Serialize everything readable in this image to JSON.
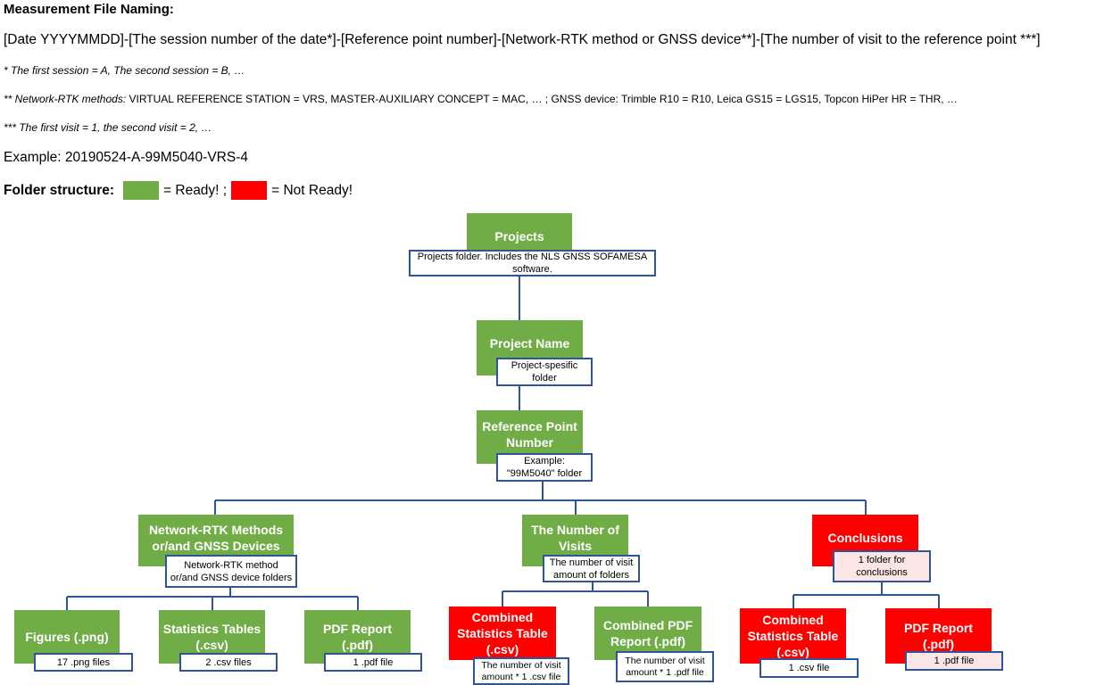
{
  "header": {
    "title": "Measurement File Naming:",
    "pattern": "[Date YYYYMMDD]-[The session number of the date*]-[Reference point number]-[Network-RTK method or GNSS device**]-[The number of visit to the reference point ***]",
    "note1": "* The first session = A, The second session = B, …",
    "note2_prefix": "** Network-RTK methods:",
    "note2_rest": " VIRTUAL REFERENCE STATION = VRS, MASTER-AUXILIARY CONCEPT = MAC, … ; GNSS device: Trimble R10 = R10, Leica GS15 = LGS15, Topcon HiPer HR = THR, …",
    "note3": "*** The first visit = 1, the second visit = 2, …",
    "example": "Example: 20190524-A-99M5040-VRS-4"
  },
  "legend": {
    "label": "Folder structure:",
    "ready_text": "= Ready! ;",
    "not_ready_text": "= Not Ready!",
    "ready_color": "#70ad47",
    "not_ready_color": "#ff0000"
  },
  "colors": {
    "connector": "#2f5597"
  },
  "tree": {
    "projects": {
      "label": "Projects",
      "caption": "Projects folder. Includes the NLS GNSS SOFAMESA software."
    },
    "project_name": {
      "label": "Project Name",
      "caption": "Project-spesific folder"
    },
    "reference_point": {
      "label": "Reference Point Number",
      "caption": "Example: \"99M5040\" folder"
    },
    "network_rtk": {
      "label": "Network-RTK Methods or/and GNSS Devices",
      "caption": "Network-RTK method or/and GNSS device folders"
    },
    "visits": {
      "label": "The Number of Visits",
      "caption": "The number of visit amount of folders"
    },
    "conclusions": {
      "label": "Conclusions",
      "caption": "1 folder for conclusions"
    },
    "figures": {
      "label": "Figures (.png)",
      "caption": "17 .png files"
    },
    "stats_tables": {
      "label": "Statistics Tables (.csv)",
      "caption": "2 .csv files"
    },
    "pdf_report": {
      "label": "PDF Report (.pdf)",
      "caption": "1 .pdf file"
    },
    "combined_stats_visits": {
      "label": "Combined Statistics Table (.csv)",
      "caption": "The number of visit amount * 1 .csv file"
    },
    "combined_pdf_visits": {
      "label": "Combined PDF Report (.pdf)",
      "caption": "The number of visit amount * 1 .pdf file"
    },
    "combined_stats_concl": {
      "label": "Combined Statistics Table (.csv)",
      "caption": "1 .csv file"
    },
    "pdf_report_concl": {
      "label": "PDF Report (.pdf)",
      "caption": "1 .pdf file"
    }
  }
}
